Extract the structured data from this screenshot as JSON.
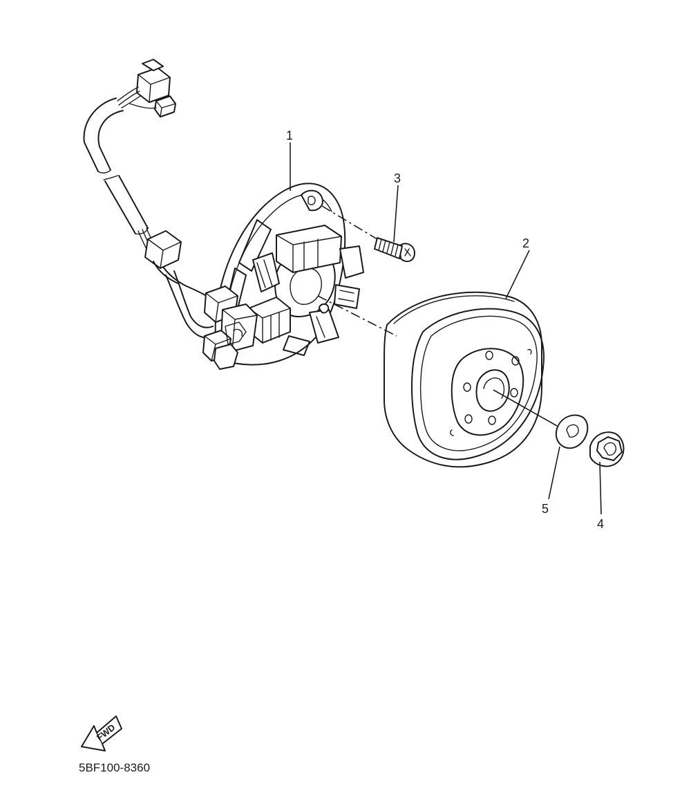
{
  "callouts": [
    {
      "id": "1",
      "label": "1"
    },
    {
      "id": "2",
      "label": "2"
    },
    {
      "id": "3",
      "label": "3"
    },
    {
      "id": "4",
      "label": "4"
    },
    {
      "id": "5",
      "label": "5"
    }
  ],
  "fwd_arrow": {
    "label": "FWD"
  },
  "drawing_code": "5BF100-8360",
  "icons": {
    "fwd": "fwd-arrow-icon"
  }
}
